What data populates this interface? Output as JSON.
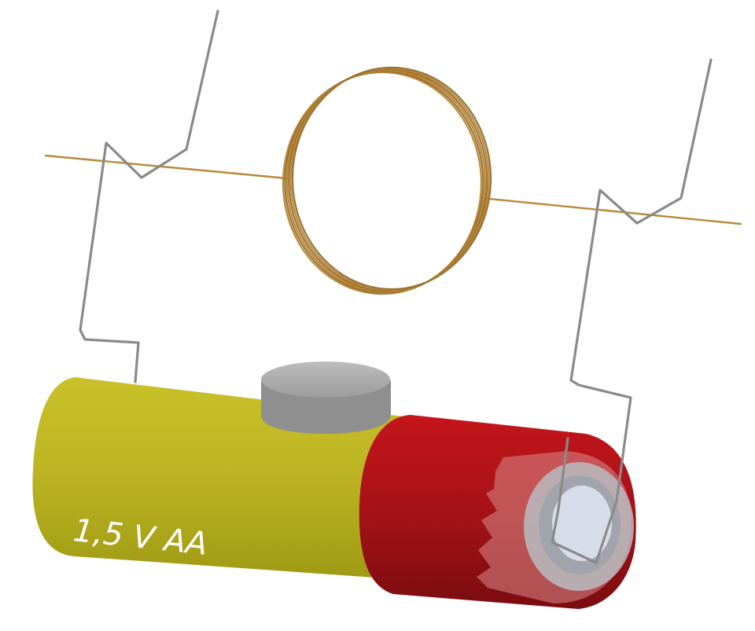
{
  "battery": {
    "label": "1,5 V AA",
    "body_color": "#b9b21f",
    "cap_color": "#9e1215",
    "terminal_color": "#a7a7a7",
    "label_color": "#ffffff"
  },
  "coil": {
    "wire_color": "#b8893a",
    "turns": 6
  },
  "wire_colors": {
    "coil_wire": "#b8893a",
    "bracket_wire": "#8a8a8a"
  },
  "parts": [
    "coil",
    "left-bracket",
    "right-bracket",
    "battery",
    "magnet"
  ]
}
